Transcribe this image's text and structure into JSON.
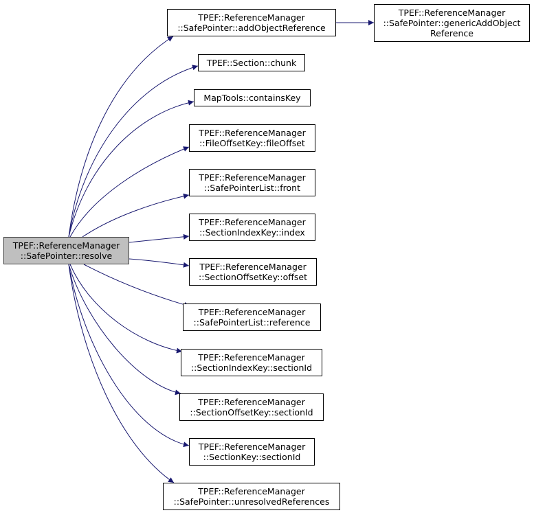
{
  "colors": {
    "edge": "#191970",
    "root_fill": "#bfbfbf",
    "node_fill": "#ffffff",
    "border": "#000000"
  },
  "root": {
    "id": "root",
    "lines": [
      "TPEF::ReferenceManager",
      "::SafePointer::resolve"
    ]
  },
  "nodes": [
    {
      "id": "addObjectReference",
      "lines": [
        "TPEF::ReferenceManager",
        "::SafePointer::addObjectReference"
      ]
    },
    {
      "id": "genericAddObjectReference",
      "lines": [
        "TPEF::ReferenceManager",
        "::SafePointer::genericAddObject",
        "Reference"
      ]
    },
    {
      "id": "chunk",
      "lines": [
        "TPEF::Section::chunk"
      ]
    },
    {
      "id": "containsKey",
      "lines": [
        "MapTools::containsKey"
      ]
    },
    {
      "id": "fileOffset",
      "lines": [
        "TPEF::ReferenceManager",
        "::FileOffsetKey::fileOffset"
      ]
    },
    {
      "id": "front",
      "lines": [
        "TPEF::ReferenceManager",
        "::SafePointerList::front"
      ]
    },
    {
      "id": "index",
      "lines": [
        "TPEF::ReferenceManager",
        "::SectionIndexKey::index"
      ]
    },
    {
      "id": "offset",
      "lines": [
        "TPEF::ReferenceManager",
        "::SectionOffsetKey::offset"
      ]
    },
    {
      "id": "reference",
      "lines": [
        "TPEF::ReferenceManager",
        "::SafePointerList::reference"
      ]
    },
    {
      "id": "sectionIndexKeySectionId",
      "lines": [
        "TPEF::ReferenceManager",
        "::SectionIndexKey::sectionId"
      ]
    },
    {
      "id": "sectionOffsetKeySectionId",
      "lines": [
        "TPEF::ReferenceManager",
        "::SectionOffsetKey::sectionId"
      ]
    },
    {
      "id": "sectionKeySectionId",
      "lines": [
        "TPEF::ReferenceManager",
        "::SectionKey::sectionId"
      ]
    },
    {
      "id": "unresolvedReferences",
      "lines": [
        "TPEF::ReferenceManager",
        "::SafePointer::unresolvedReferences"
      ]
    }
  ],
  "edges": [
    {
      "from": "root",
      "to": "addObjectReference"
    },
    {
      "from": "root",
      "to": "chunk"
    },
    {
      "from": "root",
      "to": "containsKey"
    },
    {
      "from": "root",
      "to": "fileOffset"
    },
    {
      "from": "root",
      "to": "front"
    },
    {
      "from": "root",
      "to": "index"
    },
    {
      "from": "root",
      "to": "offset"
    },
    {
      "from": "root",
      "to": "reference"
    },
    {
      "from": "root",
      "to": "sectionIndexKeySectionId"
    },
    {
      "from": "root",
      "to": "sectionOffsetKeySectionId"
    },
    {
      "from": "root",
      "to": "sectionKeySectionId"
    },
    {
      "from": "root",
      "to": "unresolvedReferences"
    },
    {
      "from": "addObjectReference",
      "to": "genericAddObjectReference"
    }
  ]
}
